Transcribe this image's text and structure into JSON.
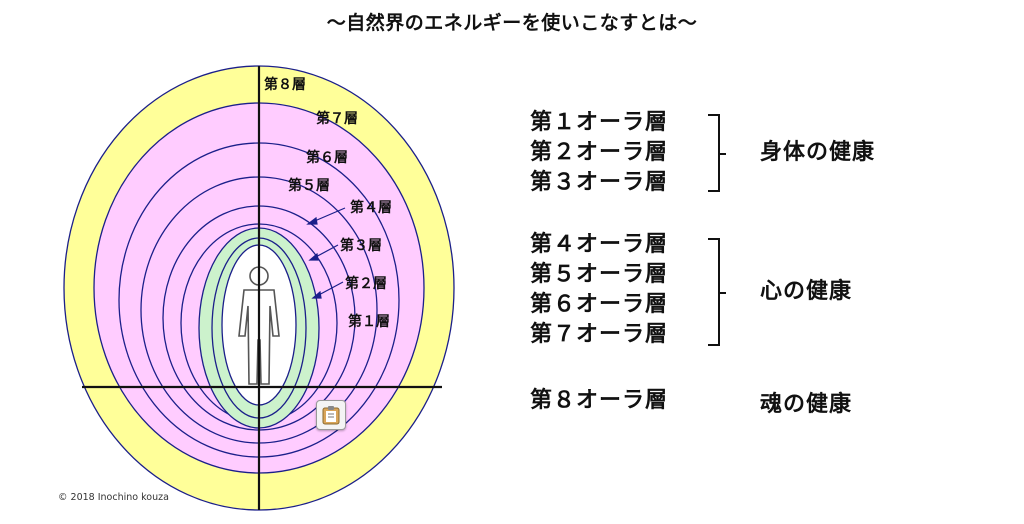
{
  "title": "～自然界のエネルギーを使いこなすとは～",
  "layers": [
    "第８層",
    "第７層",
    "第６層",
    "第５層",
    "第４層",
    "第３層",
    "第２層",
    "第１層"
  ],
  "groups": [
    {
      "items": [
        "第１オーラ層",
        "第２オーラ層",
        "第３オーラ層"
      ],
      "label": "身体の健康"
    },
    {
      "items": [
        "第４オーラ層",
        "第５オーラ層",
        "第６オーラ層",
        "第７オーラ層"
      ],
      "label": "心の健康"
    },
    {
      "items": [
        "第８オーラ層"
      ],
      "label": "魂の健康"
    }
  ],
  "copyright": "© 2018 Inochino kouza",
  "colors": {
    "outer": "#ffff99",
    "middle": "#ffccff",
    "inner": "#ccf2cc",
    "stroke": "#1b1f8a",
    "body": "#ffffff"
  },
  "icons": [
    "human-figure-icon",
    "clipboard-icon"
  ]
}
